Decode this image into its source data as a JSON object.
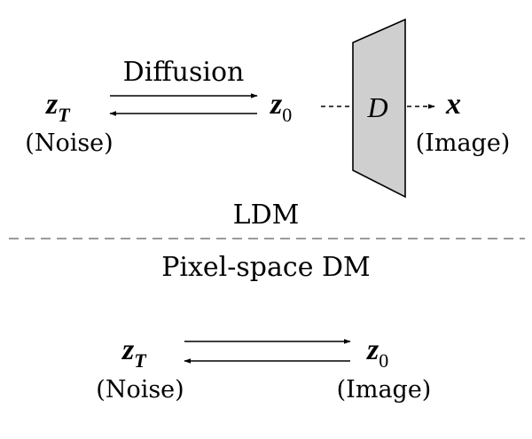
{
  "ldm": {
    "arrow_label": "Diffusion",
    "start_symbol": "z",
    "start_subscript": "T",
    "start_caption": "(Noise)",
    "latent_symbol": "z",
    "latent_subscript": "0",
    "decoder_symbol": "D",
    "output_symbol": "x",
    "output_caption": "(Image)",
    "section_label": "LDM"
  },
  "pixel": {
    "section_label": "Pixel-space DM",
    "start_symbol": "z",
    "start_subscript": "T",
    "start_caption": "(Noise)",
    "end_symbol": "z",
    "end_subscript": "0",
    "end_caption": "(Image)"
  },
  "colors": {
    "stroke": "#000000",
    "decoder_fill": "#cfcfcf",
    "divider": "#9a9a9a"
  }
}
